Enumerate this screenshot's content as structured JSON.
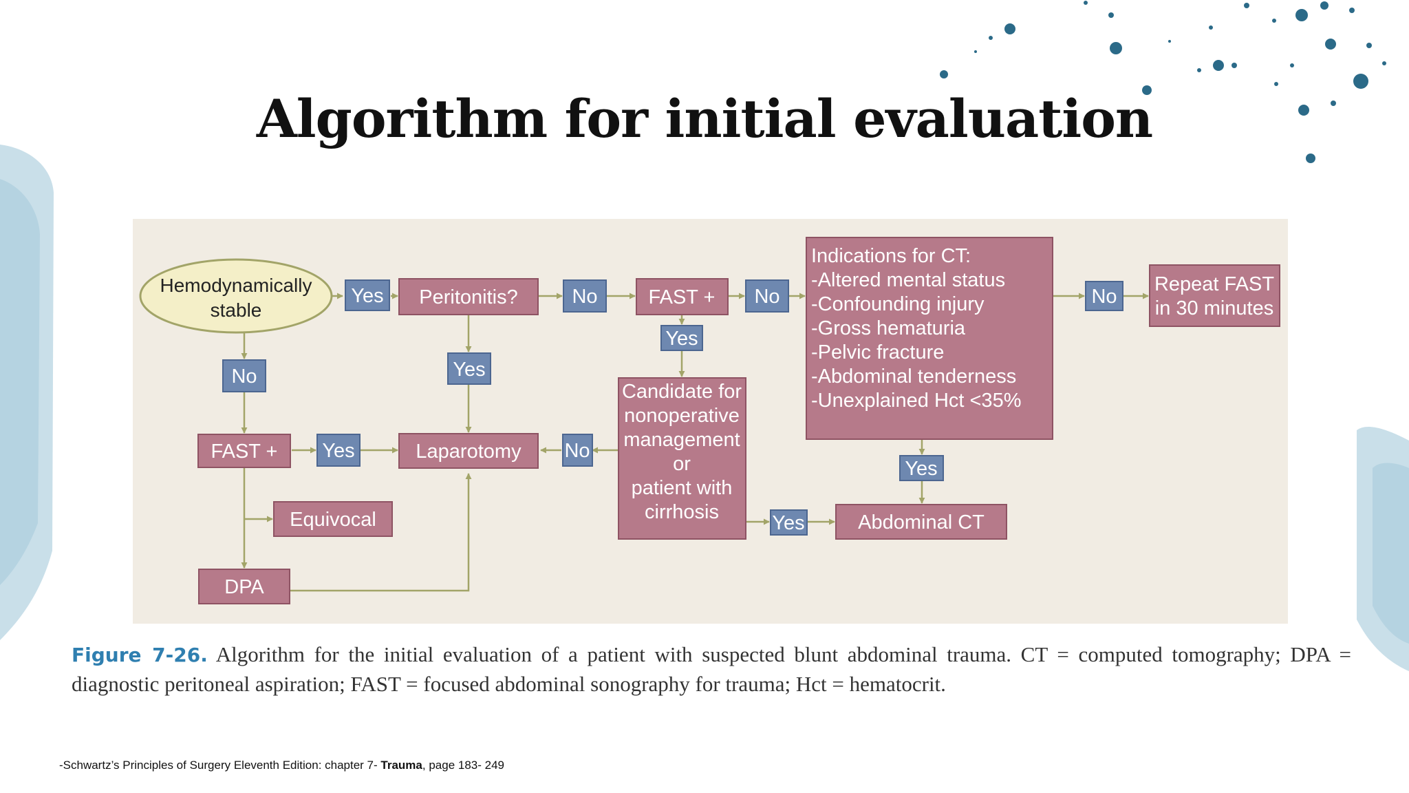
{
  "slide": {
    "title": "Algorithm for initial evaluation"
  },
  "diagram": {
    "nodes": {
      "start": {
        "line1": "Hemodynamically",
        "line2": "stable"
      },
      "peritonitis": "Peritonitis?",
      "fast_top": "FAST +",
      "ct_indications": [
        "Indications for CT:",
        "-Altered mental status",
        "-Confounding injury",
        "-Gross hematuria",
        "-Pelvic fracture",
        "-Abdominal tenderness",
        "-Unexplained Hct <35%"
      ],
      "repeat_fast": [
        "Repeat FAST",
        "in 30 minutes"
      ],
      "fast_left": "FAST +",
      "laparotomy": "Laparotomy",
      "candidate": [
        "Candidate for",
        "nonoperative",
        "management",
        "or",
        "patient with",
        "cirrhosis"
      ],
      "equivocal": "Equivocal",
      "dpa": "DPA",
      "abdominal_ct": "Abdominal CT"
    },
    "labels": {
      "yes": "Yes",
      "no": "No"
    },
    "colors": {
      "process_box": "#b67a8a",
      "decision_label": "#6e88b0",
      "start_oval": "#f4efc8",
      "arrow": "#a2a468",
      "panel": "#f1ece3"
    }
  },
  "caption": {
    "figure_label": "Figure 7-26.",
    "text": "Algorithm for the initial evaluation of a patient with suspected blunt abdominal trauma. CT = computed tomography; DPA = diagnostic peritoneal aspiration; FAST = focused abdominal sonography for trauma; Hct = hematocrit."
  },
  "source": {
    "prefix": "-Schwartz’s Principles of Surgery Eleventh Edition: chapter 7- ",
    "bold": "Trauma",
    "suffix": ", page 183- 249"
  }
}
